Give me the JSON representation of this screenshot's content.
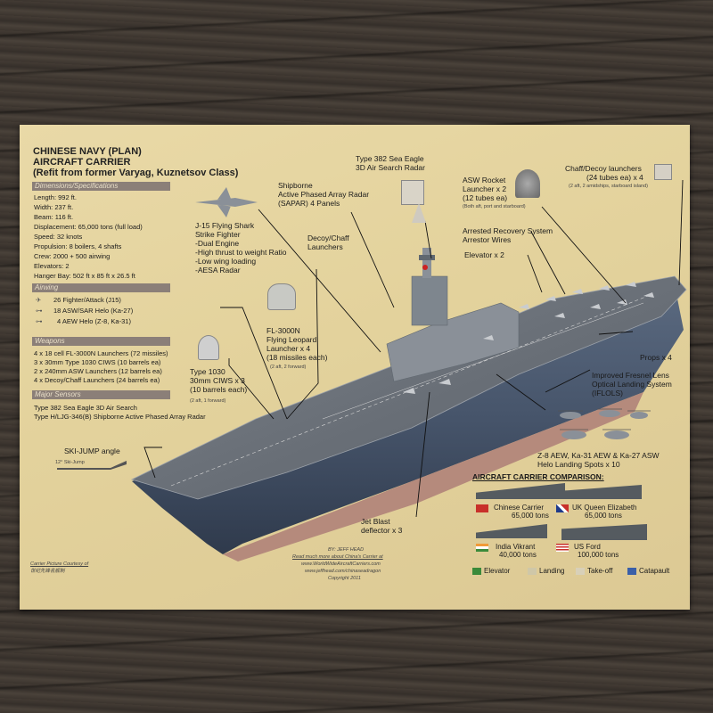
{
  "title": {
    "line1": "CHINESE NAVY (PLAN)",
    "line2": "AIRCRAFT CARRIER",
    "line3": "(Refit from former Varyag, Kuznetsov Class)"
  },
  "sections": {
    "specs_header": "Dimensions/Specifications",
    "aircraft_header": "Airwing",
    "weapons_header": "Weapons",
    "sensors_header": "Major Sensors"
  },
  "specs": [
    "Length: 992 ft.",
    "Width: 237 ft.",
    "Beam: 116 ft.",
    "Displacement: 65,000 tons (full load)",
    "Speed: 32 knots",
    "Propulsion: 8 boilers, 4 shafts",
    "Crew: 2000 + 500 airwing",
    "Elevators: 2",
    "Hanger Bay: 502 ft x 85 ft x 26.5 ft"
  ],
  "airwing": [
    "26 Fighter/Attack (J15)",
    "18 ASW/SAR Helo (Ka-27)",
    "4 AEW Helo (Z-8, Ka-31)"
  ],
  "weapons": [
    "4 x 18 cell FL-3000N Launchers (72 missiles)",
    "3 x 30mm Type 1030 CIWS (10 barrels ea)",
    "2 x 240mm ASW Launchers (12 barrels ea)",
    "4 x Decoy/Chaff Launchers (24 barrels ea)"
  ],
  "sensors": [
    "Type 382 Sea Eagle 3D Air Search",
    "Type H/LJG-346(B) Shipborne Active Phased Array Radar"
  ],
  "callouts": {
    "j15": [
      "J-15 Flying Shark",
      "Strike Fighter",
      "-Dual Engine",
      "-High thrust to weight Ratio",
      "-Low wing loading",
      "-AESA Radar"
    ],
    "sapar": [
      "Shipborne",
      "Active Phased Array Radar",
      "(SAPAR) 4 Panels"
    ],
    "radar382": [
      "Type 382 Sea Eagle",
      "3D Air Search Radar"
    ],
    "asw": [
      "ASW Rocket",
      "Launcher x 2",
      "(12 tubes ea)"
    ],
    "asw_note": "(Both aft, port and starboard)",
    "chaff": [
      "Chaff/Decoy launchers",
      "(24 tubes ea) x 4"
    ],
    "chaff_note": "(2 aft, 2 amidships, starboard island)",
    "decoy": [
      "Decoy/Chaff",
      "Launchers"
    ],
    "arrest": [
      "Arrested Recovery System",
      "Arrestor Wires"
    ],
    "elevator": "Elevator x 2",
    "fl3000": [
      "FL-3000N",
      "Flying Leopard",
      "Launcher x 4",
      "(18 missiles each)"
    ],
    "fl3000_note": "(2 aft, 2 forward)",
    "type1030": [
      "Type 1030",
      "30mm CIWS x 3",
      "(10 barrels each)"
    ],
    "type1030_note": "(2 aft, 1 forward)",
    "props": "Props x 4",
    "iflols": [
      "Improved Fresnel Lens",
      "Optical Landing System",
      "(IFLOLS)"
    ],
    "helos": [
      "Z-8 AEW, Ka-31 AEW & Ka-27 ASW",
      "Helo Landing Spots x 10"
    ],
    "skijump": "SKI-JUMP angle",
    "skijump_note": "12° Ski-Jump",
    "jetblast": [
      "Jet Blast",
      "deflector x 3"
    ]
  },
  "comparison": {
    "header": "AIRCRAFT CARRIER COMPARISON:",
    "items": [
      {
        "name": "Chinese Carrier",
        "tons": "65,000 tons"
      },
      {
        "name": "UK Queen Elizabeth",
        "tons": "65,000 tons"
      },
      {
        "name": "India Vikrant",
        "tons": "40,000 tons"
      },
      {
        "name": "US Ford",
        "tons": "100,000 tons"
      }
    ],
    "legend": [
      "Elevator",
      "Landing",
      "Take-off",
      "Catapault"
    ],
    "legend_colors": [
      "#3a8a3a",
      "#cfc7a8",
      "#d8d0b8",
      "#3a5fa8"
    ]
  },
  "credits": {
    "by": "BY: JEFF HEAD",
    "more": "Read much more about China's Carrier at",
    "url1": "www.WorldWideAircraftCarriers.com",
    "url2": "www.jeffhead.com/chinaseadragon",
    "copyright": "Copyright 2011",
    "courtesy": "Carrier Picture Courtesy of",
    "courtesy2": "世纪先锋名舰制"
  },
  "colors": {
    "paper": "#e6d5a1",
    "header_bar": "#8b7f78",
    "deck": "#6f7478",
    "hull_red": "#b58a7c"
  }
}
